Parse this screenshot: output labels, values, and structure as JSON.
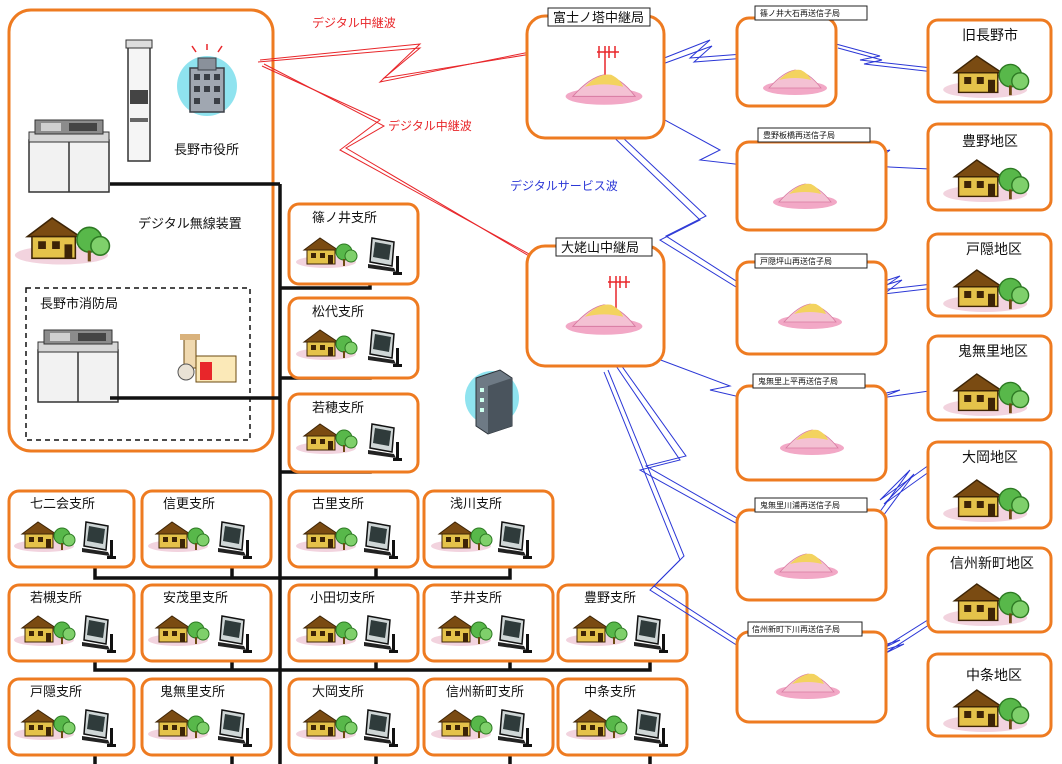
{
  "headquarters": {
    "city_hall": "長野市役所",
    "radio_equipment": "デジタル無線装置",
    "fire_department": "長野市消防局"
  },
  "waves": {
    "red_upper": "デジタル中継波",
    "red_lower": "デジタル中継波",
    "blue": "デジタルサービス波"
  },
  "relay_stations": [
    "富士ノ塔中継局",
    "大姥山中継局"
  ],
  "sub_stations": [
    "篠ノ井大石再送信子局",
    "豊野板橋再送信子局",
    "戸隠坪山再送信子局",
    "鬼無里上平再送信子局",
    "鬼無里川浦再送信子局",
    "信州新町下川再送信子局"
  ],
  "districts": [
    "旧長野市",
    "豊野地区",
    "戸隠地区",
    "鬼無里地区",
    "大岡地区",
    "信州新町地区",
    "中条地区"
  ],
  "branches": {
    "column": [
      "篠ノ井支所",
      "松代支所",
      "若穂支所"
    ],
    "row1": [
      "七二会支所",
      "信更支所",
      "古里支所",
      "浅川支所"
    ],
    "row2": [
      "若槻支所",
      "安茂里支所",
      "小田切支所",
      "芋井支所",
      "豊野支所"
    ],
    "row3": [
      "戸隠支所",
      "鬼無里支所",
      "大岡支所",
      "信州新町支所",
      "中条支所"
    ]
  },
  "colors": {
    "box_border": "#ee7b21",
    "red_wave": "#e8262a",
    "blue_wave": "#2b37d6",
    "trunk_line": "#111111"
  },
  "icons": [
    "city-hall-building-icon",
    "radio-console-icon",
    "radio-tower-icon",
    "house-icon",
    "terminal-icon",
    "mountain-icon",
    "antenna-icon",
    "fire-station-icon",
    "office-building-icon"
  ]
}
